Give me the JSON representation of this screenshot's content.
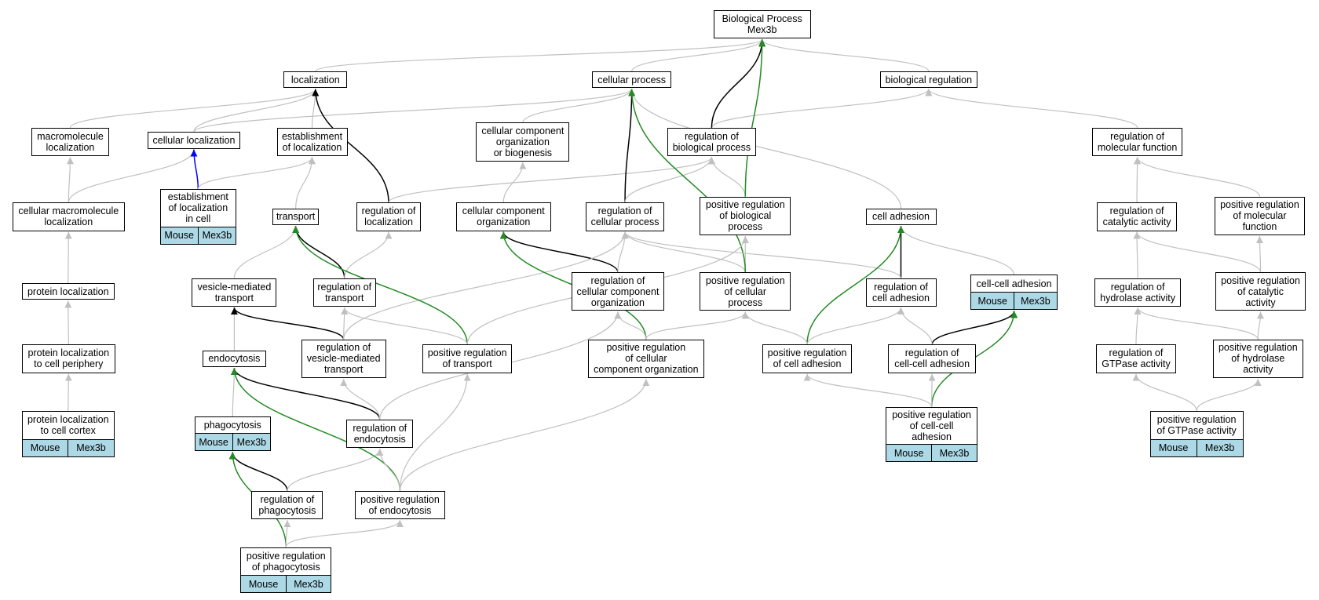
{
  "colors": {
    "edge_default": "#c0c0c0",
    "edge_is_a": "#000000",
    "edge_positive": "#228b22",
    "edge_part_of": "#0000ff",
    "tag_bg": "#add8e6"
  },
  "nodes": [
    {
      "id": "bp",
      "label": "Biological Process\nMex3b"
    },
    {
      "id": "loc",
      "label": "localization"
    },
    {
      "id": "cp",
      "label": "cellular process"
    },
    {
      "id": "breg",
      "label": "biological regulation"
    },
    {
      "id": "mloc",
      "label": "macromolecule\nlocalization"
    },
    {
      "id": "cloc",
      "label": "cellular localization"
    },
    {
      "id": "estloc",
      "label": "establishment\nof localization"
    },
    {
      "id": "ccob",
      "label": "cellular component\norganization\nor biogenesis"
    },
    {
      "id": "rbp",
      "label": "regulation of\nbiological process"
    },
    {
      "id": "rmf",
      "label": "regulation of\nmolecular function"
    },
    {
      "id": "cmloc",
      "label": "cellular macromolecule\nlocalization"
    },
    {
      "id": "estlocc",
      "label": "establishment\nof localization\nin cell",
      "tags": [
        "Mouse",
        "Mex3b"
      ]
    },
    {
      "id": "trans",
      "label": "transport"
    },
    {
      "id": "rloc",
      "label": "regulation of\nlocalization"
    },
    {
      "id": "cco",
      "label": "cellular component\norganization"
    },
    {
      "id": "rcp",
      "label": "regulation of\ncellular process"
    },
    {
      "id": "prbp",
      "label": "positive regulation\nof biological\nprocess"
    },
    {
      "id": "cadh",
      "label": "cell adhesion"
    },
    {
      "id": "rca",
      "label": "regulation of\ncatalytic activity"
    },
    {
      "id": "prmf",
      "label": "positive regulation\nof molecular\nfunction"
    },
    {
      "id": "ploc",
      "label": "protein localization"
    },
    {
      "id": "vmt",
      "label": "vesicle-mediated\ntransport"
    },
    {
      "id": "rtrans",
      "label": "regulation of\ntransport"
    },
    {
      "id": "rcco",
      "label": "regulation of\ncellular component\norganization"
    },
    {
      "id": "prcp",
      "label": "positive regulation\nof cellular\nprocess"
    },
    {
      "id": "rcadh",
      "label": "regulation of\ncell adhesion"
    },
    {
      "id": "ccadh",
      "label": "cell-cell adhesion",
      "tags": [
        "Mouse",
        "Mex3b"
      ]
    },
    {
      "id": "rha",
      "label": "regulation of\nhydrolase activity"
    },
    {
      "id": "prca",
      "label": "positive regulation\nof catalytic\nactivity"
    },
    {
      "id": "plcp",
      "label": "protein localization\nto cell periphery"
    },
    {
      "id": "endo",
      "label": "endocytosis"
    },
    {
      "id": "rvmt",
      "label": "regulation of\nvesicle-mediated\ntransport"
    },
    {
      "id": "prtrans",
      "label": "positive regulation\nof transport"
    },
    {
      "id": "prcco",
      "label": "positive regulation\nof cellular\ncomponent organization"
    },
    {
      "id": "prcadh",
      "label": "positive regulation\nof cell adhesion"
    },
    {
      "id": "rccadh",
      "label": "regulation of\ncell-cell adhesion"
    },
    {
      "id": "rgtp",
      "label": "regulation of\nGTPase activity"
    },
    {
      "id": "prha",
      "label": "positive regulation\nof hydrolase\nactivity"
    },
    {
      "id": "plcc",
      "label": "protein localization\nto cell cortex",
      "tags": [
        "Mouse",
        "Mex3b"
      ]
    },
    {
      "id": "phago",
      "label": "phagocytosis",
      "tags": [
        "Mouse",
        "Mex3b"
      ]
    },
    {
      "id": "rendo",
      "label": "regulation of\nendocytosis"
    },
    {
      "id": "prccadh",
      "label": "positive regulation\nof cell-cell\nadhesion",
      "tags": [
        "Mouse",
        "Mex3b"
      ]
    },
    {
      "id": "prgtp",
      "label": "positive regulation\nof GTPase activity",
      "tags": [
        "Mouse",
        "Mex3b"
      ]
    },
    {
      "id": "rphago",
      "label": "regulation of\nphagocytosis"
    },
    {
      "id": "prendo",
      "label": "positive regulation\nof endocytosis"
    },
    {
      "id": "prphago",
      "label": "positive regulation\nof phagocytosis",
      "tags": [
        "Mouse",
        "Mex3b"
      ]
    }
  ],
  "edges": [
    {
      "from": "loc",
      "to": "bp",
      "kind": "default"
    },
    {
      "from": "cp",
      "to": "bp",
      "kind": "default"
    },
    {
      "from": "breg",
      "to": "bp",
      "kind": "default"
    },
    {
      "from": "mloc",
      "to": "loc",
      "kind": "default"
    },
    {
      "from": "cloc",
      "to": "loc",
      "kind": "default"
    },
    {
      "from": "estloc",
      "to": "loc",
      "kind": "default"
    },
    {
      "from": "cloc",
      "to": "cp",
      "kind": "default"
    },
    {
      "from": "ccob",
      "to": "cp",
      "kind": "default"
    },
    {
      "from": "rbp",
      "to": "breg",
      "kind": "default"
    },
    {
      "from": "rbp",
      "to": "bp",
      "kind": "is_a"
    },
    {
      "from": "rmf",
      "to": "breg",
      "kind": "default"
    },
    {
      "from": "cmloc",
      "to": "mloc",
      "kind": "default"
    },
    {
      "from": "cmloc",
      "to": "cloc",
      "kind": "default"
    },
    {
      "from": "estlocc",
      "to": "cloc",
      "kind": "part_of"
    },
    {
      "from": "estlocc",
      "to": "estloc",
      "kind": "default"
    },
    {
      "from": "trans",
      "to": "estloc",
      "kind": "default"
    },
    {
      "from": "rloc",
      "to": "loc",
      "kind": "is_a"
    },
    {
      "from": "rloc",
      "to": "rbp",
      "kind": "default"
    },
    {
      "from": "cco",
      "to": "ccob",
      "kind": "default"
    },
    {
      "from": "rcp",
      "to": "cp",
      "kind": "is_a"
    },
    {
      "from": "rcp",
      "to": "rbp",
      "kind": "default"
    },
    {
      "from": "prbp",
      "to": "rbp",
      "kind": "default"
    },
    {
      "from": "prbp",
      "to": "bp",
      "kind": "positive"
    },
    {
      "from": "cadh",
      "to": "cp",
      "kind": "default"
    },
    {
      "from": "rca",
      "to": "rmf",
      "kind": "default"
    },
    {
      "from": "prmf",
      "to": "rmf",
      "kind": "default"
    },
    {
      "from": "ploc",
      "to": "cmloc",
      "kind": "default"
    },
    {
      "from": "vmt",
      "to": "trans",
      "kind": "default"
    },
    {
      "from": "rtrans",
      "to": "trans",
      "kind": "is_a"
    },
    {
      "from": "rtrans",
      "to": "rloc",
      "kind": "default"
    },
    {
      "from": "rcco",
      "to": "cco",
      "kind": "is_a"
    },
    {
      "from": "rcco",
      "to": "rcp",
      "kind": "default"
    },
    {
      "from": "prcp",
      "to": "rcp",
      "kind": "default"
    },
    {
      "from": "prcp",
      "to": "prbp",
      "kind": "default"
    },
    {
      "from": "prcp",
      "to": "cp",
      "kind": "positive"
    },
    {
      "from": "rcadh",
      "to": "cadh",
      "kind": "is_a"
    },
    {
      "from": "rcadh",
      "to": "rcp",
      "kind": "default"
    },
    {
      "from": "ccadh",
      "to": "cadh",
      "kind": "default"
    },
    {
      "from": "rha",
      "to": "rca",
      "kind": "default"
    },
    {
      "from": "prca",
      "to": "rca",
      "kind": "default"
    },
    {
      "from": "prca",
      "to": "prmf",
      "kind": "default"
    },
    {
      "from": "plcp",
      "to": "ploc",
      "kind": "default"
    },
    {
      "from": "endo",
      "to": "vmt",
      "kind": "default"
    },
    {
      "from": "rvmt",
      "to": "vmt",
      "kind": "is_a"
    },
    {
      "from": "rvmt",
      "to": "rtrans",
      "kind": "default"
    },
    {
      "from": "rvmt",
      "to": "rcp",
      "kind": "default"
    },
    {
      "from": "prtrans",
      "to": "trans",
      "kind": "positive"
    },
    {
      "from": "prtrans",
      "to": "rtrans",
      "kind": "default"
    },
    {
      "from": "prtrans",
      "to": "prbp",
      "kind": "default"
    },
    {
      "from": "prcco",
      "to": "cco",
      "kind": "positive"
    },
    {
      "from": "prcco",
      "to": "rcco",
      "kind": "default"
    },
    {
      "from": "prcco",
      "to": "prcp",
      "kind": "default"
    },
    {
      "from": "prcadh",
      "to": "cadh",
      "kind": "positive"
    },
    {
      "from": "prcadh",
      "to": "rcadh",
      "kind": "default"
    },
    {
      "from": "prcadh",
      "to": "prcp",
      "kind": "default"
    },
    {
      "from": "rccadh",
      "to": "ccadh",
      "kind": "is_a"
    },
    {
      "from": "rccadh",
      "to": "rcadh",
      "kind": "default"
    },
    {
      "from": "rgtp",
      "to": "rha",
      "kind": "default"
    },
    {
      "from": "prha",
      "to": "rha",
      "kind": "default"
    },
    {
      "from": "prha",
      "to": "prca",
      "kind": "default"
    },
    {
      "from": "plcc",
      "to": "plcp",
      "kind": "default"
    },
    {
      "from": "phago",
      "to": "endo",
      "kind": "default"
    },
    {
      "from": "rendo",
      "to": "endo",
      "kind": "is_a"
    },
    {
      "from": "rendo",
      "to": "rvmt",
      "kind": "default"
    },
    {
      "from": "rendo",
      "to": "rcco",
      "kind": "default"
    },
    {
      "from": "prccadh",
      "to": "ccadh",
      "kind": "positive"
    },
    {
      "from": "prccadh",
      "to": "rccadh",
      "kind": "default"
    },
    {
      "from": "prccadh",
      "to": "prcadh",
      "kind": "default"
    },
    {
      "from": "prgtp",
      "to": "rgtp",
      "kind": "default"
    },
    {
      "from": "prgtp",
      "to": "prha",
      "kind": "default"
    },
    {
      "from": "rphago",
      "to": "phago",
      "kind": "is_a"
    },
    {
      "from": "rphago",
      "to": "rendo",
      "kind": "default"
    },
    {
      "from": "prendo",
      "to": "endo",
      "kind": "positive"
    },
    {
      "from": "prendo",
      "to": "rendo",
      "kind": "default"
    },
    {
      "from": "prendo",
      "to": "prtrans",
      "kind": "default"
    },
    {
      "from": "prendo",
      "to": "prcco",
      "kind": "default"
    },
    {
      "from": "prphago",
      "to": "phago",
      "kind": "positive"
    },
    {
      "from": "prphago",
      "to": "rphago",
      "kind": "default"
    },
    {
      "from": "prphago",
      "to": "prendo",
      "kind": "default"
    }
  ]
}
